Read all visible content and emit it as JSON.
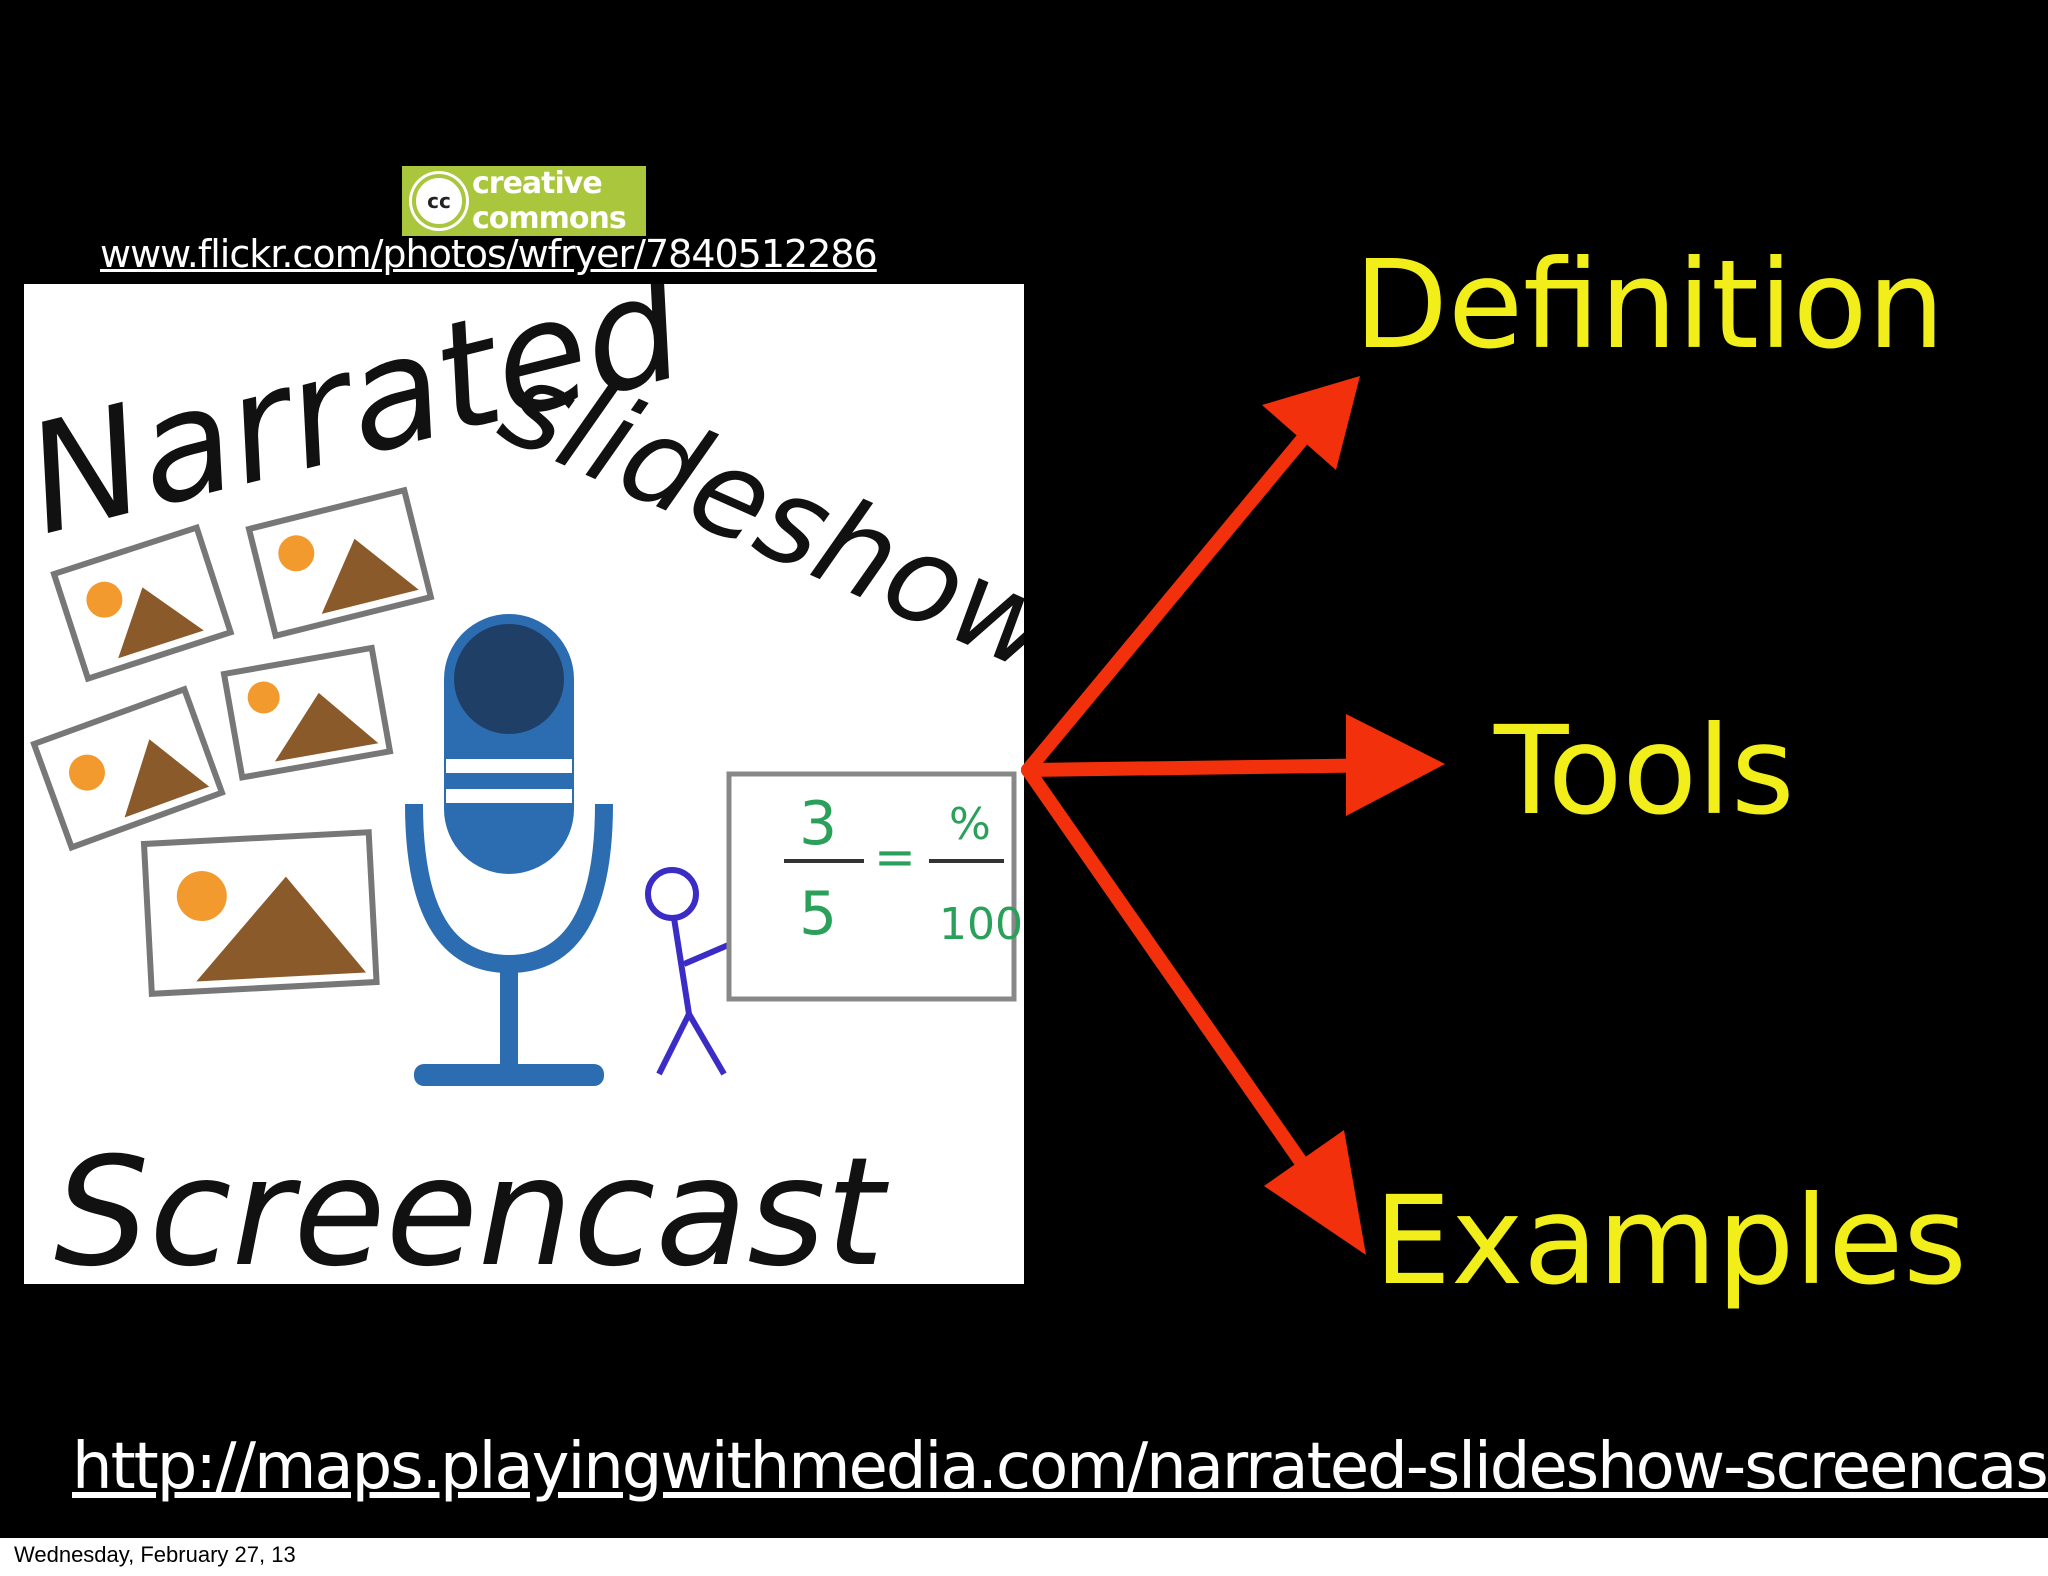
{
  "slide": {
    "cc_badge": {
      "mark": "cc",
      "line1": "creative",
      "line2": "commons",
      "color": "#a9c63c"
    },
    "image_credit_url": "www.flickr.com/photos/wfryer/7840512286",
    "artwork": {
      "title_line1": "Narrated",
      "title_line2": "slideshow",
      "bottom_word": "Screencast",
      "whiteboard": {
        "num1": "3",
        "den1": "5",
        "num2": "%",
        "den2": "100"
      }
    },
    "labels": {
      "definition": "Definition",
      "tools": "Tools",
      "examples": "Examples"
    },
    "label_color": "#f2ee1a",
    "arrow_color": "#f2300c",
    "bottom_url": "http://maps.playingwithmedia.com/narrated-slideshow-screencast/"
  },
  "footer": {
    "date": "Wednesday, February 27, 13"
  }
}
